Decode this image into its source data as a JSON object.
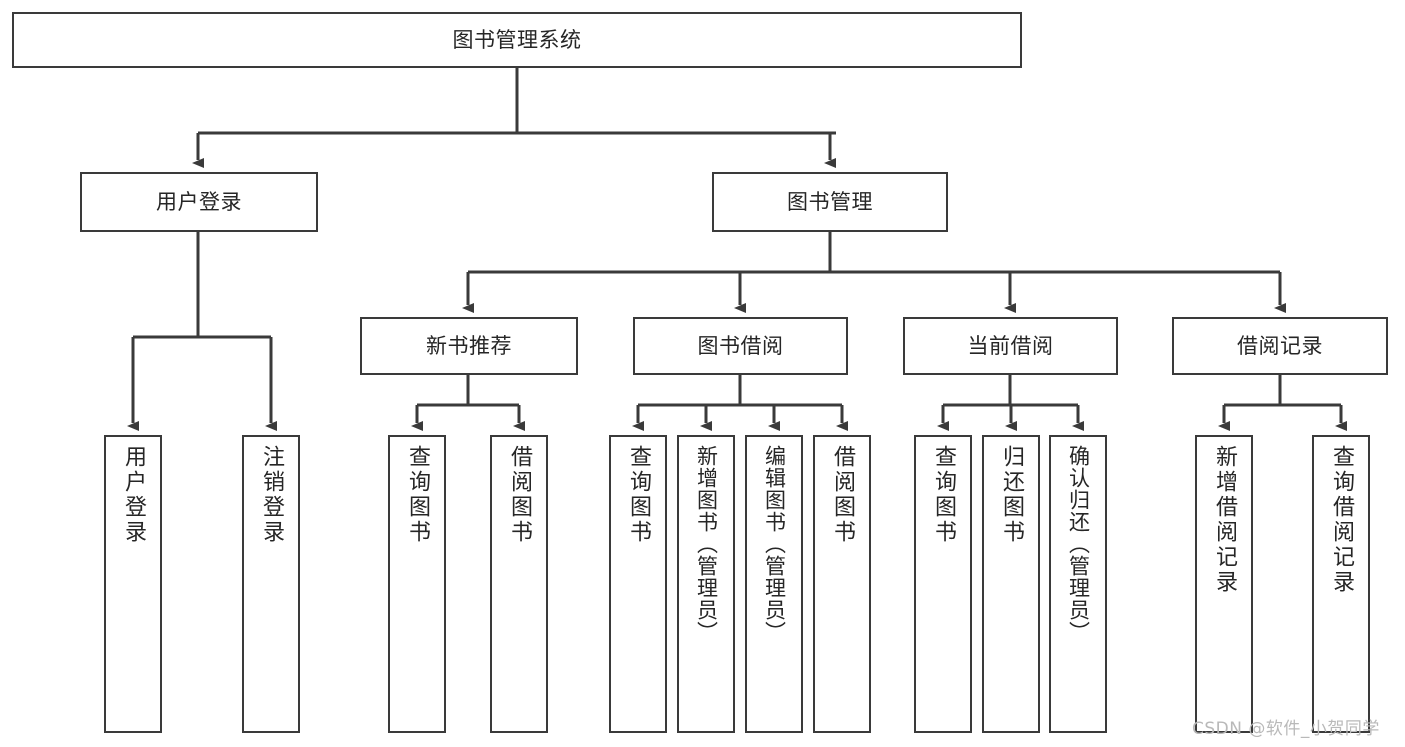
{
  "diagram": {
    "type": "tree",
    "title": "图书管理系统",
    "stroke_color": "#3a3a3a",
    "background_color": "#ffffff",
    "text_color": "#262626",
    "root": {
      "id": "root",
      "label": "图书管理系统",
      "children": [
        {
          "id": "user-login",
          "label": "用户登录",
          "children": [
            {
              "id": "user-login-leaf",
              "label": "用户登录"
            },
            {
              "id": "user-logout-leaf",
              "label": "注销登录"
            }
          ]
        },
        {
          "id": "book-manage",
          "label": "图书管理",
          "children": [
            {
              "id": "new-book-recommend",
              "label": "新书推荐",
              "children": [
                {
                  "id": "nb-query-book",
                  "label": "查询图书"
                },
                {
                  "id": "nb-borrow-book",
                  "label": "借阅图书"
                }
              ]
            },
            {
              "id": "book-borrow",
              "label": "图书借阅",
              "children": [
                {
                  "id": "bb-query-book",
                  "label": "查询图书"
                },
                {
                  "id": "bb-add-book",
                  "label": "新增图书（管理员）"
                },
                {
                  "id": "bb-edit-book",
                  "label": "编辑图书（管理员）"
                },
                {
                  "id": "bb-borrow-book",
                  "label": "借阅图书"
                }
              ]
            },
            {
              "id": "current-borrow",
              "label": "当前借阅",
              "children": [
                {
                  "id": "cb-query-book",
                  "label": "查询图书"
                },
                {
                  "id": "cb-return-book",
                  "label": "归还图书"
                },
                {
                  "id": "cb-confirm-return",
                  "label": "确认归还（管理员）"
                }
              ]
            },
            {
              "id": "borrow-record",
              "label": "借阅记录",
              "children": [
                {
                  "id": "br-add-record",
                  "label": "新增借阅记录"
                },
                {
                  "id": "br-query-record",
                  "label": "查询借阅记录"
                }
              ]
            }
          ]
        }
      ]
    }
  },
  "watermark": {
    "text": "CSDN @软件_小贺同学"
  }
}
